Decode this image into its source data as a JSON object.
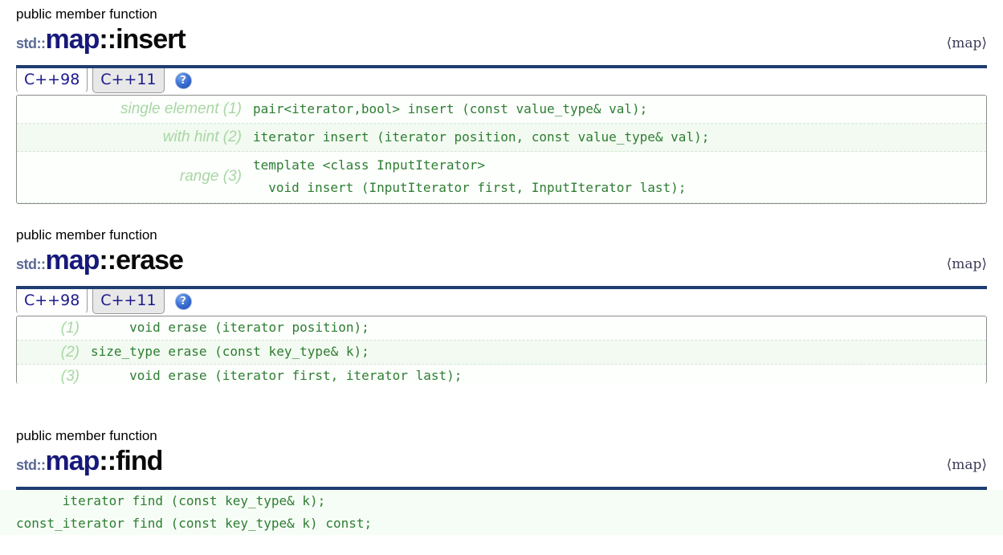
{
  "page": {
    "background": "#ffffff",
    "accent_rule_color": "#1f3d73",
    "code_color": "#2e7d32",
    "label_color": "#a9d6a4",
    "class_color": "#17197a",
    "ns_color": "#5b6a96"
  },
  "sections": [
    {
      "id": "insert",
      "kicker": "public member function",
      "namespace": "std::",
      "class_name": "map",
      "separator": "::",
      "function": "insert",
      "header_include": "⟨map⟩",
      "tabs": [
        {
          "label": "C++98",
          "active": true
        },
        {
          "label": "C++11",
          "active": false
        }
      ],
      "help_glyph": "?",
      "help_title": "help-icon",
      "signatures": [
        {
          "label": "single element (1)",
          "code": "pair<iterator,bool> insert (const value_type& val);"
        },
        {
          "label": "with hint (2)",
          "code": "iterator insert (iterator position, const value_type& val);"
        },
        {
          "label": "range (3)",
          "code": "template <class InputIterator>\n  void insert (InputIterator first, InputIterator last);"
        }
      ]
    },
    {
      "id": "erase",
      "kicker": "public member function",
      "namespace": "std::",
      "class_name": "map",
      "separator": "::",
      "function": "erase",
      "header_include": "⟨map⟩",
      "tabs": [
        {
          "label": "C++98",
          "active": true
        },
        {
          "label": "C++11",
          "active": false
        }
      ],
      "help_glyph": "?",
      "help_title": "help-icon",
      "signatures": [
        {
          "label": "(1)",
          "code": "     void erase (iterator position);"
        },
        {
          "label": "(2)",
          "code": "size_type erase (const key_type& k);"
        },
        {
          "label": "(3)",
          "code": "     void erase (iterator first, iterator last);"
        }
      ]
    },
    {
      "id": "find",
      "kicker": "public member function",
      "namespace": "std::",
      "class_name": "map",
      "separator": "::",
      "function": "find",
      "header_include": "⟨map⟩",
      "tabs": [],
      "signatures": [
        {
          "label": "",
          "code": "      iterator find (const key_type& k);"
        },
        {
          "label": "",
          "code": "const_iterator find (const key_type& k) const;"
        }
      ]
    }
  ]
}
